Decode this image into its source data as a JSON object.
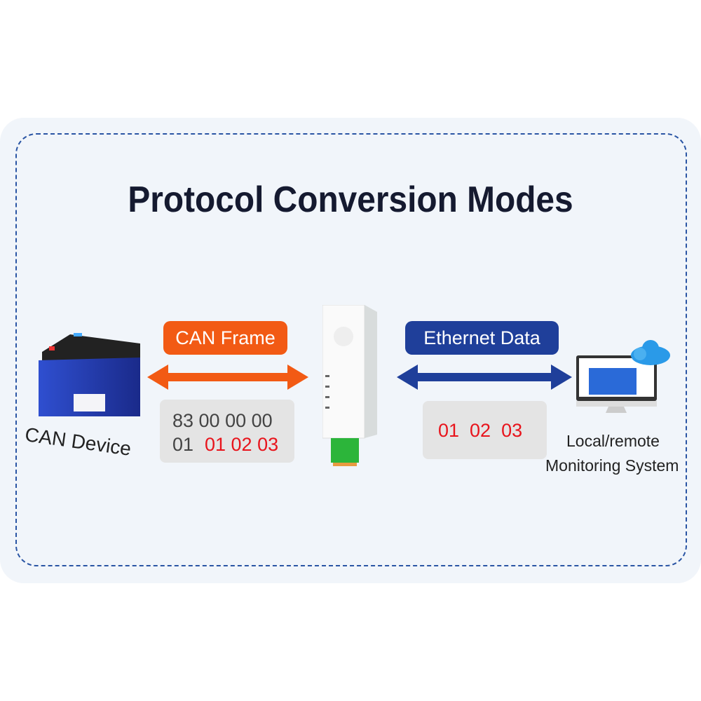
{
  "title": "Protocol Conversion Modes",
  "left": {
    "pill": "CAN Frame",
    "line1": "83 00 00 00",
    "line2_prefix": "01",
    "line2_data": "01 02 03",
    "device_label": "CAN Device"
  },
  "right": {
    "pill": "Ethernet Data",
    "data": "01  02  03",
    "label_line1": "Local/remote",
    "label_line2": "Monitoring System"
  },
  "colors": {
    "orange": "#f25a14",
    "navy": "#1f3f9a",
    "red": "#e8141c",
    "dash": "#2a55a4"
  }
}
